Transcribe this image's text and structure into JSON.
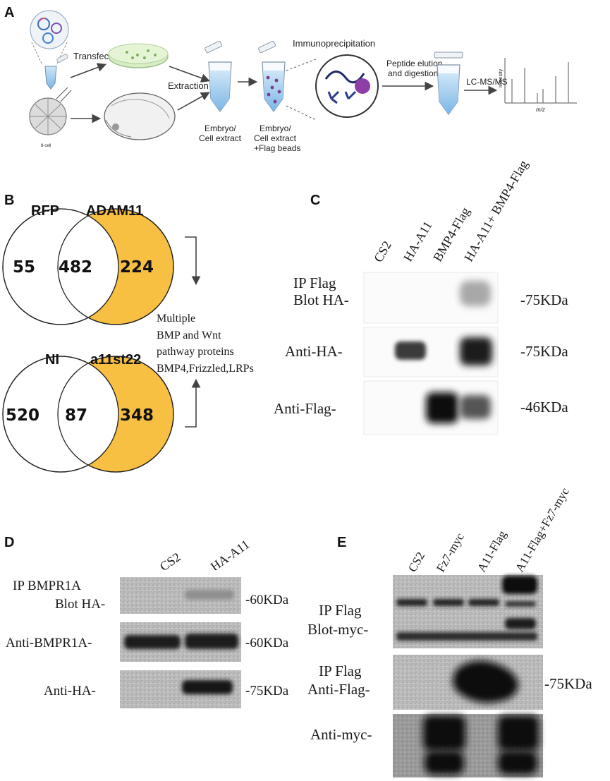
{
  "panels": {
    "a": "A",
    "b": "B",
    "c": "C",
    "d": "D",
    "e": "E"
  },
  "panel_a": {
    "transfection": "Transfection",
    "extraction": "Extraction",
    "immunoprecipitation": "Immunoprecipitation",
    "elution_line1": "Peptide elution",
    "elution_line2": "and digestion",
    "lcms": "LC-MS/MS",
    "intensity": "Intensity",
    "mz": "m/z",
    "cell_label": "8-cell",
    "extract_line1": "Embryo/",
    "extract_line2": "Cell extract",
    "beads_line1": "Embryo/",
    "beads_line2": "Cell extract",
    "beads_line3": "+Flag beads"
  },
  "panel_b": {
    "venn1": {
      "left_label": "RFP",
      "right_label": "ADAM11",
      "left_only": "55",
      "overlap": "482",
      "right_only": "224"
    },
    "venn2": {
      "left_label": "NI",
      "right_label": "a11st22",
      "left_only": "520",
      "overlap": "87",
      "right_only": "348"
    },
    "result_lines": [
      "Multiple",
      "BMP and Wnt",
      "pathway proteins",
      "BMP4,Frizzled,LRPs"
    ],
    "highlight_color": "#f7c043"
  },
  "panel_c": {
    "lanes": [
      "CS2",
      "HA-A11",
      "BMP4-Flag",
      "HA-A11+ BMP4-Flag"
    ],
    "rows": [
      {
        "label_line1": "IP Flag",
        "label_line2": "Blot HA-",
        "size": "-75KDa"
      },
      {
        "label_line1": "Anti-HA-",
        "label_line2": "",
        "size": "-75KDa"
      },
      {
        "label_line1": "Anti-Flag-",
        "label_line2": "",
        "size": "-46KDa"
      }
    ]
  },
  "panel_d": {
    "lanes": [
      "CS2",
      "HA-A11"
    ],
    "rows": [
      {
        "label_line1": "IP BMPR1A",
        "label_line2": "Blot HA-",
        "size": "-60KDa"
      },
      {
        "label_line1": "Anti-BMPR1A-",
        "label_line2": "",
        "size": "-60KDa"
      },
      {
        "label_line1": "Anti-HA-",
        "label_line2": "",
        "size": "-75KDa"
      }
    ]
  },
  "panel_e": {
    "lanes": [
      "CS2",
      "Fz7-myc",
      "A11-Flag",
      "A11-Flag+Fz7-myc"
    ],
    "rows": [
      {
        "label_line1": "IP Flag",
        "label_line2": "Blot-myc-",
        "size": ""
      },
      {
        "label_line1": "IP Flag",
        "label_line2": "Anti-Flag-",
        "size": "-75KDa"
      },
      {
        "label_line1": "Anti-myc-",
        "label_line2": "",
        "size": ""
      }
    ]
  }
}
